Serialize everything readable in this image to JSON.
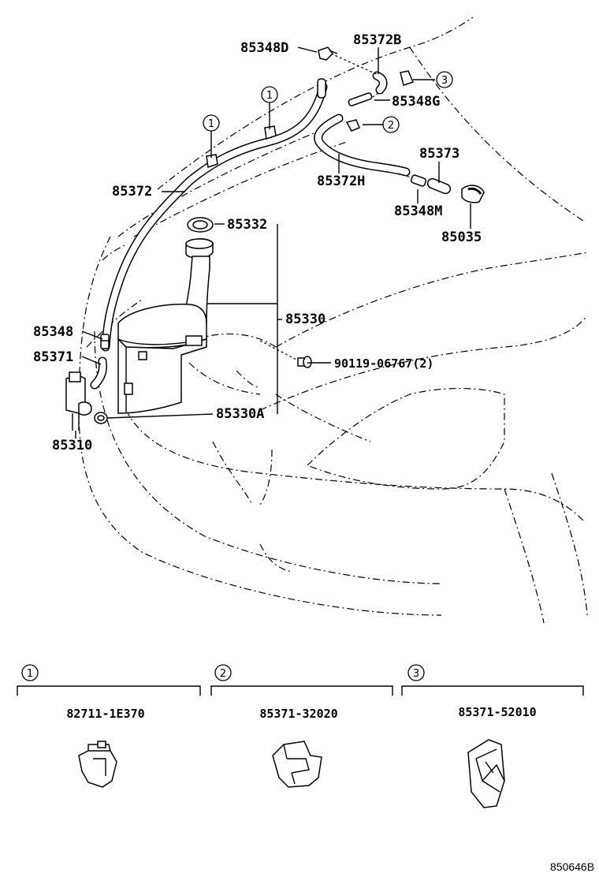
{
  "parts": {
    "p85348D": "85348D",
    "p85372B": "85372B",
    "p85348G": "85348G",
    "p85373": "85373",
    "p85372H": "85372H",
    "p85348M": "85348M",
    "p85035": "85035",
    "p85372": "85372",
    "p85332": "85332",
    "p85330": "85330",
    "p85348": "85348",
    "p85371": "85371",
    "p90119": "90119-06767(2)",
    "p85330A": "85330A",
    "p85310": "85310"
  },
  "callouts": {
    "one": "1",
    "two": "2",
    "three": "3"
  },
  "legend": [
    {
      "key": "1",
      "part": "82711-1E370"
    },
    {
      "key": "2",
      "part": "85371-32020"
    },
    {
      "key": "3",
      "part": "85371-52010"
    }
  ],
  "footer": {
    "code": "850646B"
  }
}
